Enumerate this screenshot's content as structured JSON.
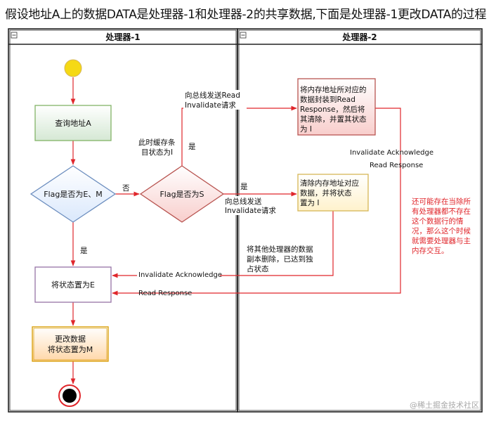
{
  "title": "假设地址A上的数据DATA是处理器-1和处理器-2的共享数据,下面是处理器-1更改DATA的过程",
  "lanes": [
    {
      "label": "处理器-1"
    },
    {
      "label": "处理器-2"
    }
  ],
  "nodes": {
    "query": "查询地址A",
    "flag_em": "Flag是否为E、M",
    "flag_s": "Flag是否为S",
    "set_e": "将状态置为E",
    "update": [
      "更改数据",
      "将状态置为M"
    ],
    "p2_invalidate_cache": [
      "将内存地址所对应的",
      "数据封装到Read",
      "Response，然后将",
      "其清除，并置其状态",
      "为 I"
    ],
    "p2_clear": [
      "清除内存地址对应",
      "数据，并将状态",
      "置为 I"
    ]
  },
  "labels": {
    "no": "否",
    "yes_s": "是",
    "yes_s_invalid": "是",
    "yes_em": "是",
    "send_read_invalidate": [
      "向总线发送Read",
      "Invalidate请求"
    ],
    "send_invalidate": [
      "向总线发送",
      "Invalidate请求"
    ],
    "cache_state_i": [
      "此时缓存条",
      "目状态为I"
    ],
    "invalidate_ack_1": "Invalidate Acknowledge",
    "read_response_1": "Read Response",
    "invalidate_ack_2": "Invalidate Acknowledge",
    "read_response_2": "Read Response",
    "other_delete": [
      "将其他处理器的数据",
      "副本删除，已达到独",
      "占状态"
    ],
    "note": [
      "还可能存在当除所",
      "有处理器都不存在",
      "这个数据行的情",
      "况，那么这个时候",
      "就需要处理器与主",
      "内存交互。"
    ]
  },
  "watermark": "@稀土掘金技术社区",
  "colors": {
    "arrow": "#e0262b",
    "start": "#f5d915",
    "green_fill": "#d5e8d4",
    "green_stroke": "#82b366",
    "blue_fill": "#dae8fc",
    "blue_stroke": "#6c8ebf",
    "pink_fill": "#f8cecc",
    "pink_stroke": "#b85450",
    "purple_fill": "#ffffff",
    "purple_stroke": "#9673a6",
    "orange_fill": "#ffe6cc",
    "orange_stroke": "#d79b00",
    "yellow_fill": "#fff2cc",
    "yellow_stroke": "#d6b656",
    "note": "#e0262b"
  }
}
